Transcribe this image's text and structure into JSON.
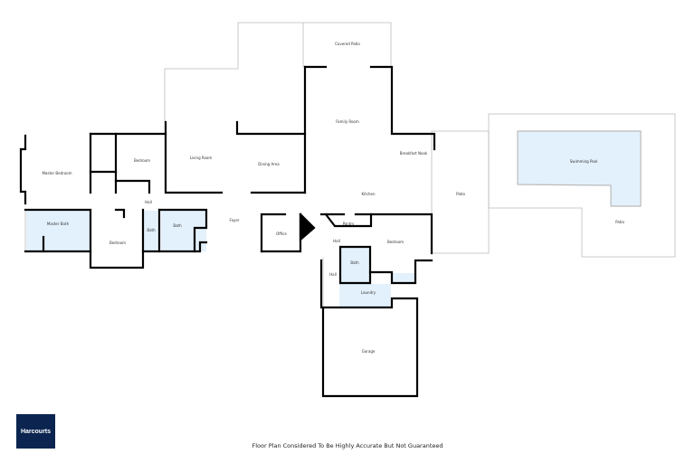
{
  "plan": {
    "rooms": [
      {
        "id": "covered-patio",
        "label": "Covered Patio"
      },
      {
        "id": "family-room",
        "label": "Family Room"
      },
      {
        "id": "living-room",
        "label": "Living Room"
      },
      {
        "id": "dining-area",
        "label": "Dining Area"
      },
      {
        "id": "master-bedroom",
        "label": "Master Bedroom"
      },
      {
        "id": "bedroom-1",
        "label": "Bedroom"
      },
      {
        "id": "hall-1",
        "label": "Hall"
      },
      {
        "id": "master-bath",
        "label": "Master Bath"
      },
      {
        "id": "bedroom-2",
        "label": "Bedroom"
      },
      {
        "id": "bath-1",
        "label": "Bath"
      },
      {
        "id": "bath-2",
        "label": "Bath"
      },
      {
        "id": "foyer",
        "label": "Foyer"
      },
      {
        "id": "office",
        "label": "Office"
      },
      {
        "id": "breakfast-nook",
        "label": "Breakfast Nook"
      },
      {
        "id": "kitchen",
        "label": "Kitchen"
      },
      {
        "id": "pantry",
        "label": "Pantry"
      },
      {
        "id": "hall-2",
        "label": "Hall"
      },
      {
        "id": "bedroom-3",
        "label": "Bedroom"
      },
      {
        "id": "bath-3",
        "label": "Bath"
      },
      {
        "id": "hall-3",
        "label": "Hall"
      },
      {
        "id": "laundry",
        "label": "Laundry"
      },
      {
        "id": "garage",
        "label": "Garage"
      },
      {
        "id": "patio-1",
        "label": "Patio"
      },
      {
        "id": "swimming-pool",
        "label": "Swimming Pool"
      },
      {
        "id": "patio-2",
        "label": "Patio"
      }
    ],
    "colors": {
      "wall": "#000000",
      "wet_area": "#e3f1fc",
      "outline": "#bbbbbb"
    }
  },
  "logo": {
    "text": "Harcourts",
    "color": "#0b2550"
  },
  "footer": {
    "disclaimer": "Floor Plan Considered To Be Highly Accurate But Not Guaranteed"
  }
}
